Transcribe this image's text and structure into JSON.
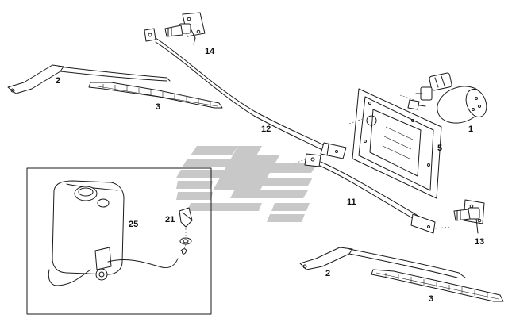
{
  "labels": {
    "p1": "1",
    "p2a": "2",
    "p2b": "2",
    "p3a": "3",
    "p3b": "3",
    "p5": "5",
    "p11": "11",
    "p12": "12",
    "p13": "13",
    "p14": "14",
    "p21": "21",
    "p25": "25"
  },
  "colors": {
    "line": "#1a1a1a",
    "watermark": "#c8c8c8"
  }
}
